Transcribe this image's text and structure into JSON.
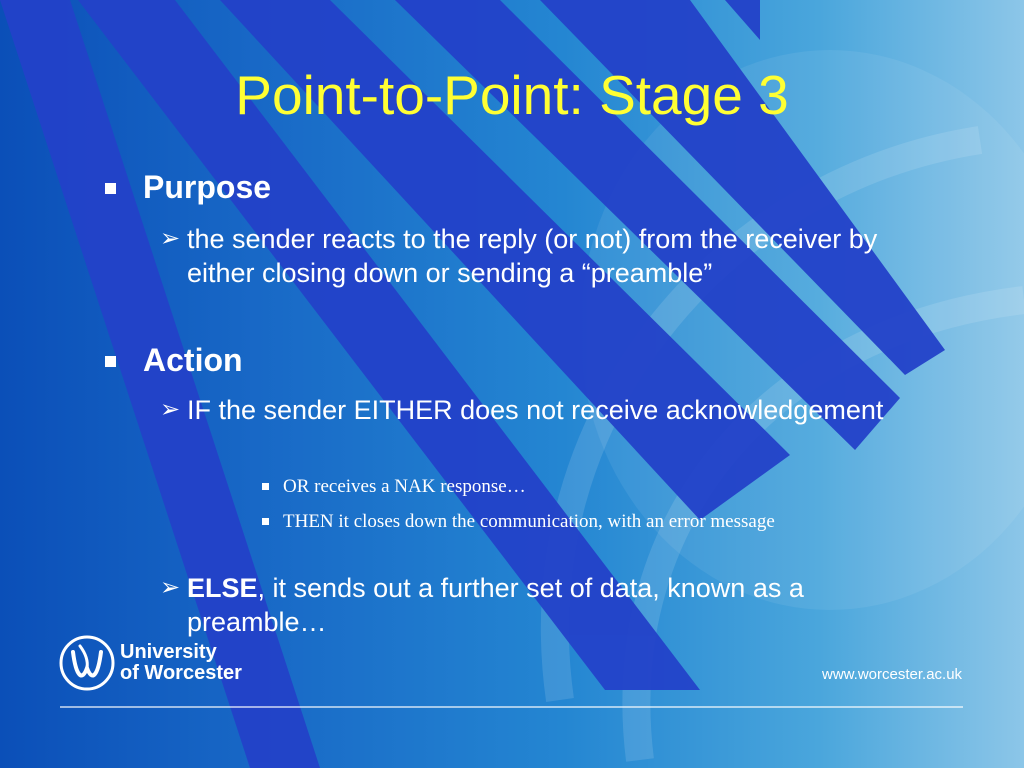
{
  "slide": {
    "title": "Point-to-Point: Stage 3",
    "bullets": [
      {
        "heading": "Purpose",
        "items": [
          {
            "text": "the sender reacts to the reply (or not) from the receiver by either closing down or sending a “preamble”"
          }
        ]
      },
      {
        "heading": "Action",
        "items": [
          {
            "text": "IF the sender EITHER does not receive acknowledgement",
            "subitems": [
              "OR receives a NAK response…",
              "THEN it closes down the communication, with an error message"
            ]
          },
          {
            "bold": "ELSE",
            "rest": ", it sends out a further set of data, known as a preamble…"
          }
        ]
      }
    ]
  },
  "footer": {
    "logo_line1": "University",
    "logo_line2": "of Worcester",
    "url": "www.worcester.ac.uk"
  },
  "colors": {
    "title": "#ffff33",
    "text": "#ffffff",
    "stripe": "#2040c8"
  }
}
